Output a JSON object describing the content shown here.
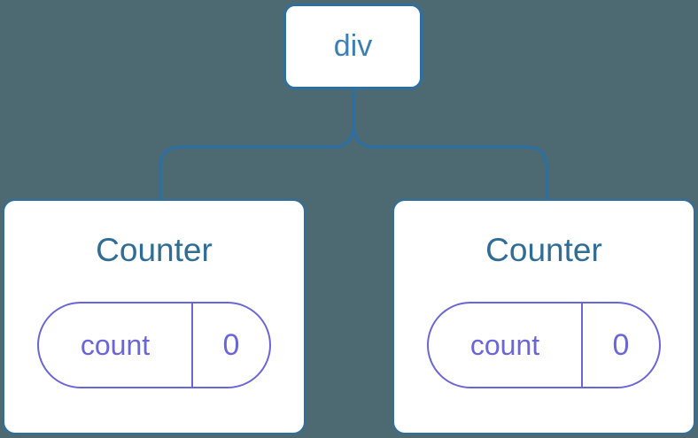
{
  "colors": {
    "background": "#4d6a73",
    "node_border": "#2e6f9f",
    "connector_line": "#2e6f9f",
    "root_label_text": "#3b7fb3",
    "component_title_text": "#2f6d94",
    "state_purple": "#6a66d9",
    "card_background": "#ffffff"
  },
  "tree": {
    "root": {
      "label": "div"
    },
    "children": [
      {
        "title": "Counter",
        "state": {
          "key": "count",
          "value": "0"
        }
      },
      {
        "title": "Counter",
        "state": {
          "key": "count",
          "value": "0"
        }
      }
    ]
  }
}
